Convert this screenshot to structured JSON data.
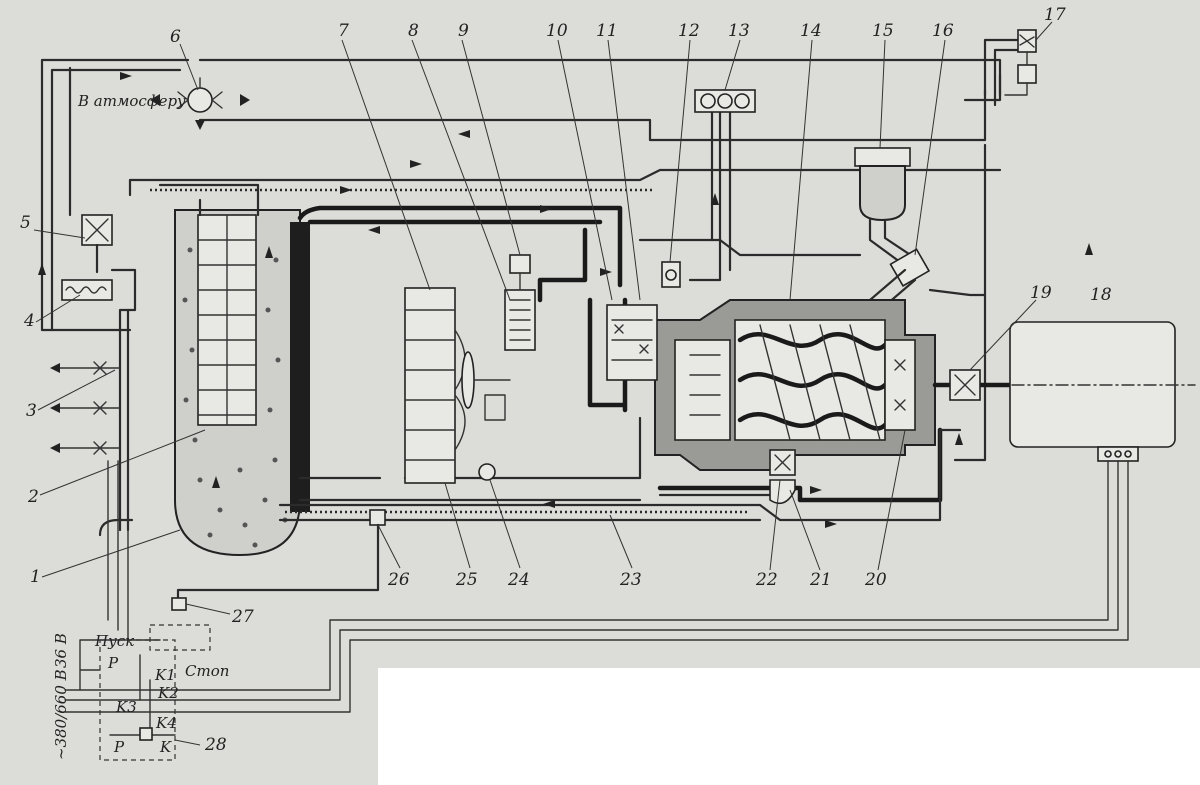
{
  "labels": {
    "atmosphere": "В атмосферу",
    "start": "Пуск",
    "stop": "Стоп",
    "voltage_low": "36 В",
    "voltage_high": "~380/660 В",
    "relay_p1": "P",
    "relay_p2": "P",
    "contactor_k": "K",
    "k1": "K1",
    "k2": "K2",
    "k3": "K3",
    "k4": "K4"
  },
  "callouts": [
    "1",
    "2",
    "3",
    "4",
    "5",
    "6",
    "7",
    "8",
    "9",
    "10",
    "11",
    "12",
    "13",
    "14",
    "15",
    "16",
    "17",
    "18",
    "19",
    "20",
    "21",
    "22",
    "23",
    "24",
    "25",
    "26",
    "27",
    "28"
  ],
  "colors": {
    "paper": "#dcdcd8",
    "ink": "#222222"
  }
}
